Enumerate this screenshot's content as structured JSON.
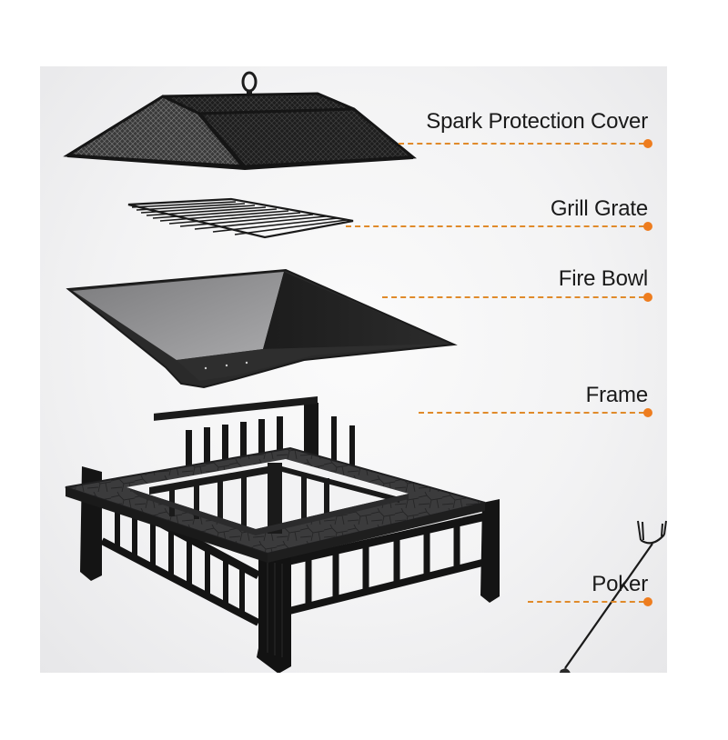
{
  "figure": {
    "type": "exploded product diagram",
    "subject": "square outdoor fire pit",
    "accent_color": "#ee7d1f",
    "background_panel_color": "#f1f1f2"
  },
  "callouts": [
    {
      "id": "spark-protection-cover",
      "label": "Spark Protection Cover"
    },
    {
      "id": "grill-grate",
      "label": "Grill Grate"
    },
    {
      "id": "fire-bowl",
      "label": "Fire Bowl"
    },
    {
      "id": "frame",
      "label": "Frame"
    },
    {
      "id": "poker",
      "label": "Poker"
    }
  ]
}
